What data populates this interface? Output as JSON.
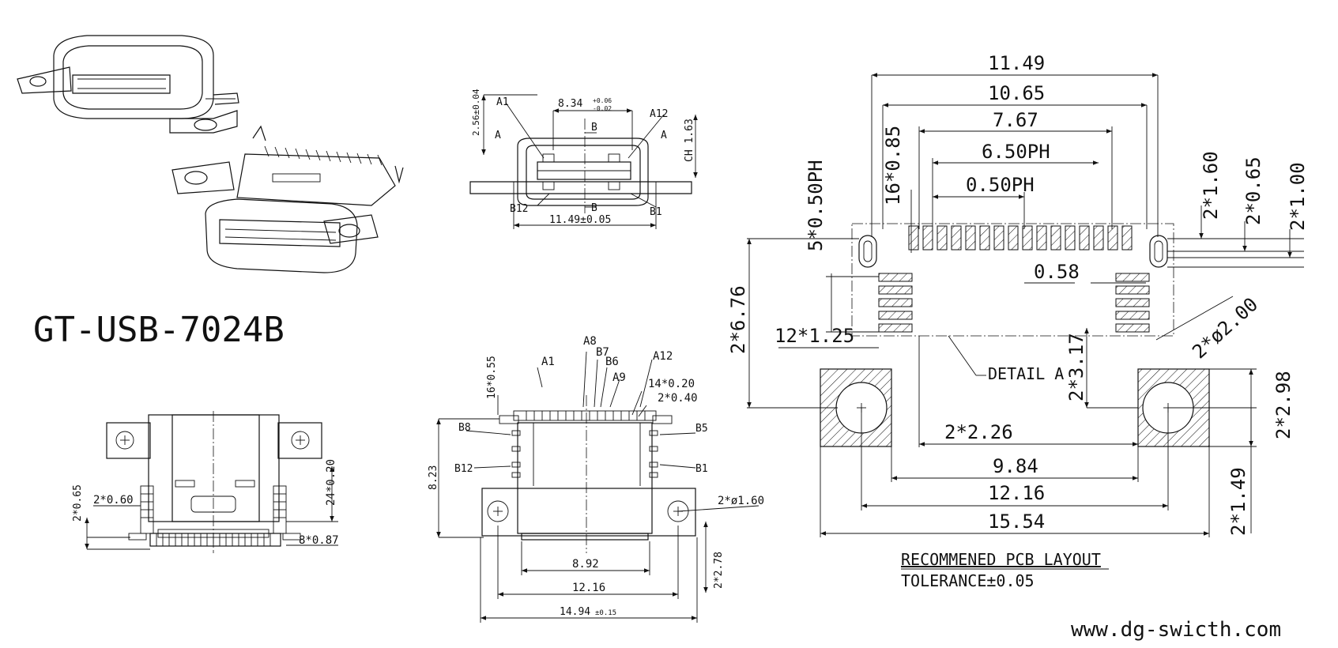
{
  "part_number": "GT-USB-7024B",
  "website": "www.dg-swicth.com",
  "front_view": {
    "pins": [
      "A1",
      "A12",
      "B12",
      "B1"
    ],
    "sections": [
      "A",
      "A",
      "B",
      "B"
    ],
    "dims": [
      "8.34",
      "+0.06",
      "-0.02",
      "2.56±0.04",
      "CH 1.63",
      "11.49±0.05"
    ]
  },
  "side_view": {
    "dims": [
      "2*0.65",
      "2*0.60",
      "24*0.20",
      "8*0.87"
    ]
  },
  "bottom_view": {
    "pins": [
      "A1",
      "A8",
      "B7",
      "B6",
      "A9",
      "A12",
      "B8",
      "B12",
      "B5",
      "B1"
    ],
    "dims": [
      "16*0.55",
      "14*0.20",
      "2*0.40",
      "8.23",
      "2*ø1.60",
      "2*2.78",
      "8.92",
      "12.16",
      "14.94",
      "±0.15"
    ]
  },
  "pcb_layout": {
    "dims": [
      "11.49",
      "10.65",
      "7.67",
      "6.50PH",
      "0.50PH",
      "16*0.85",
      "5*0.50PH",
      "2*1.60",
      "2*0.65",
      "2*1.00",
      "0.58",
      "2*6.76",
      "12*1.25",
      "2*ø2.00",
      "2*3.17",
      "2*2.26",
      "2*2.98",
      "9.84",
      "12.16",
      "15.54",
      "2*1.49"
    ],
    "detail_label": "DETAIL A",
    "title": "RECOMMENED PCB LAYOUT",
    "tolerance": "TOLERANCE±0.05"
  }
}
